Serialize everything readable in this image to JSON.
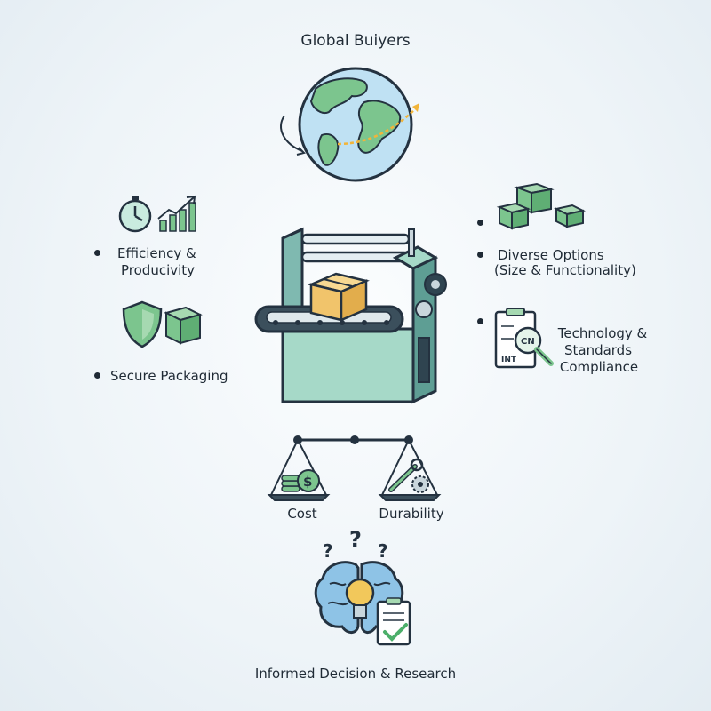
{
  "title": "Global Buiyers",
  "features": {
    "efficiency": {
      "line1": "Efficiency &",
      "line2": "Producivity"
    },
    "secure": {
      "label": "Secure Packaging"
    },
    "diverse": {
      "line1": "Diverse Options",
      "line2": "(Size & Functionality)"
    },
    "technology": {
      "line1": "Technology &",
      "line2": "Standards",
      "line3": "Compliance",
      "doc_text_1": "CN",
      "doc_text_2": "INT"
    }
  },
  "balance": {
    "left_label": "Cost",
    "right_label": "Durability"
  },
  "decision": {
    "label": "Informed Decision & Research"
  },
  "colors": {
    "outline": "#243240",
    "green": "#7cc58e",
    "teal": "#9dd2c3",
    "blue": "#8ec3e6",
    "yellow": "#f2c85b",
    "box": "#f1c46b"
  }
}
